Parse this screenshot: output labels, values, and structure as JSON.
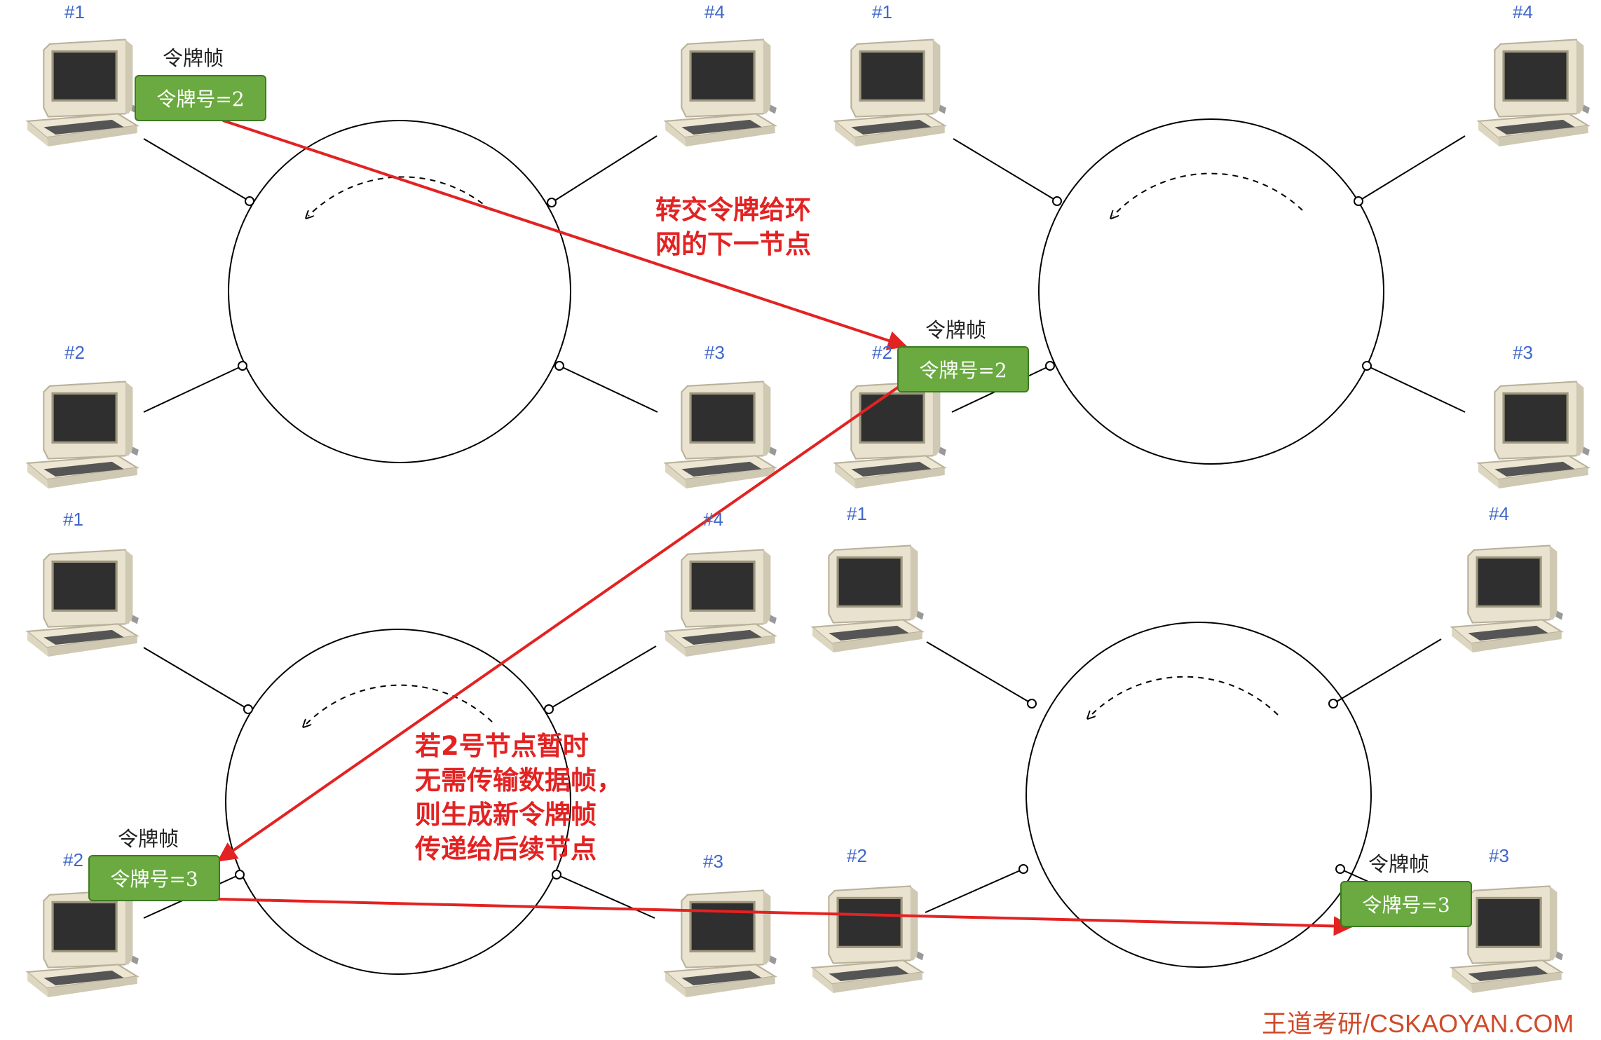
{
  "colors": {
    "node_label": "#3f67c9",
    "arrow": "#e32222",
    "token_fill": "#6aaa40",
    "ring": "#000000"
  },
  "icons": {
    "computer": "computer-icon",
    "rotation": "rotation-arrow-icon"
  },
  "panels": [
    {
      "nodes": [
        "#1",
        "#2",
        "#3",
        "#4"
      ]
    },
    {
      "nodes": [
        "#1",
        "#2",
        "#3",
        "#4"
      ]
    },
    {
      "nodes": [
        "#1",
        "#2",
        "#3",
        "#4"
      ]
    },
    {
      "nodes": [
        "#1",
        "#2",
        "#3",
        "#4"
      ]
    }
  ],
  "tokens": [
    {
      "title": "令牌帧",
      "label": "令牌号=2"
    },
    {
      "title": "令牌帧",
      "label": "令牌号=2"
    },
    {
      "title": "令牌帧",
      "label": "令牌号=3"
    },
    {
      "title": "令牌帧",
      "label": "令牌号=3"
    }
  ],
  "notes": {
    "pass_token": [
      "转交令牌给环",
      "网的下一节点"
    ],
    "new_token": [
      "若2号节点暂时",
      "无需传输数据帧，",
      "则生成新令牌帧",
      "传递给后续节点"
    ]
  },
  "watermark": "王道考研/CSKAOYAN.COM"
}
